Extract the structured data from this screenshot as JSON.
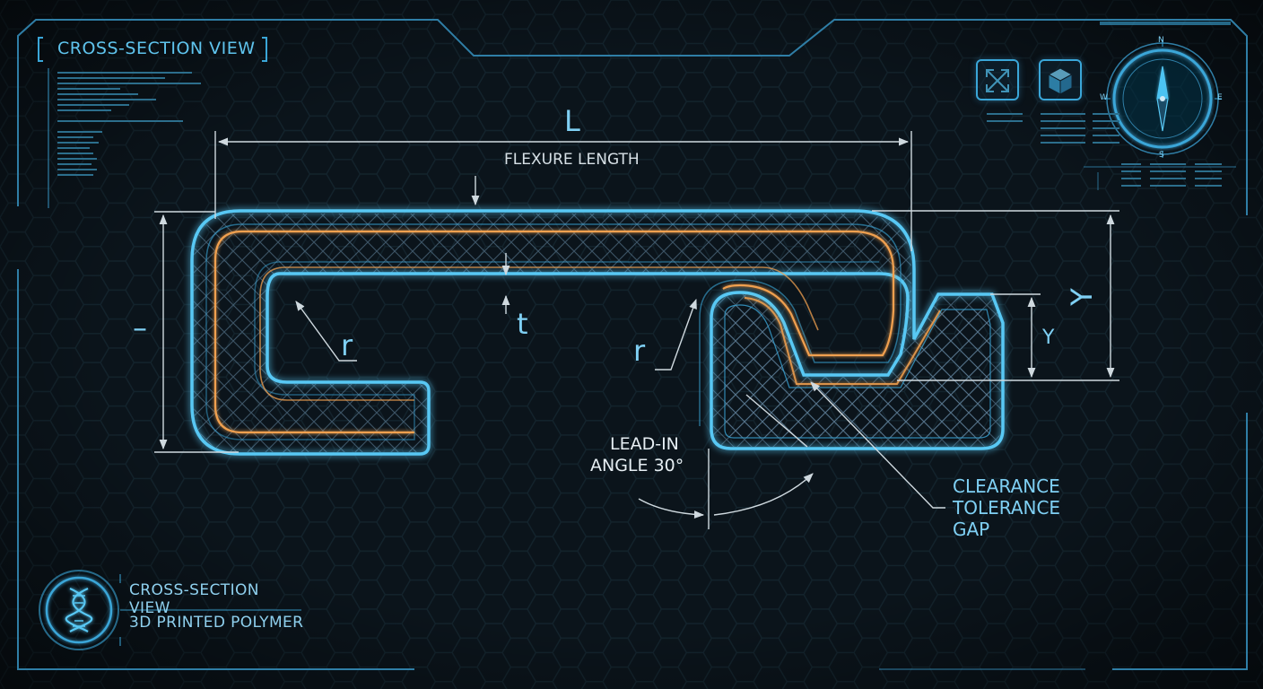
{
  "header": {
    "title": "CROSS-SECTION VIEW"
  },
  "diagram": {
    "dimension_L": "L",
    "flexure_length": "FLEXURE LENGTH",
    "dimension_left": "–",
    "radius_left": "r",
    "thickness": "t",
    "radius_right": "r",
    "dimension_Y_large": "Y",
    "dimension_Y_small": "Y",
    "lead_in_line1": "LEAD-IN",
    "lead_in_line2": "ANGLE 30°",
    "clearance_line1": "CLEARANCE",
    "clearance_line2": "TOLERANCE",
    "clearance_line3": "GAP"
  },
  "compass": {
    "n": "N",
    "e": "E",
    "s": "S",
    "w": "W"
  },
  "toolbar": {
    "expand_icon": "expand-arrows-icon",
    "cube_icon": "3d-cube-icon"
  },
  "footer": {
    "line1": "CROSS-SECTION VIEW",
    "line2": "3D PRINTED POLYMER",
    "icon": "dna-helix-icon"
  },
  "colors": {
    "accent": "#4cc3f2",
    "orange": "#f0a050",
    "background": "#0b141b"
  }
}
